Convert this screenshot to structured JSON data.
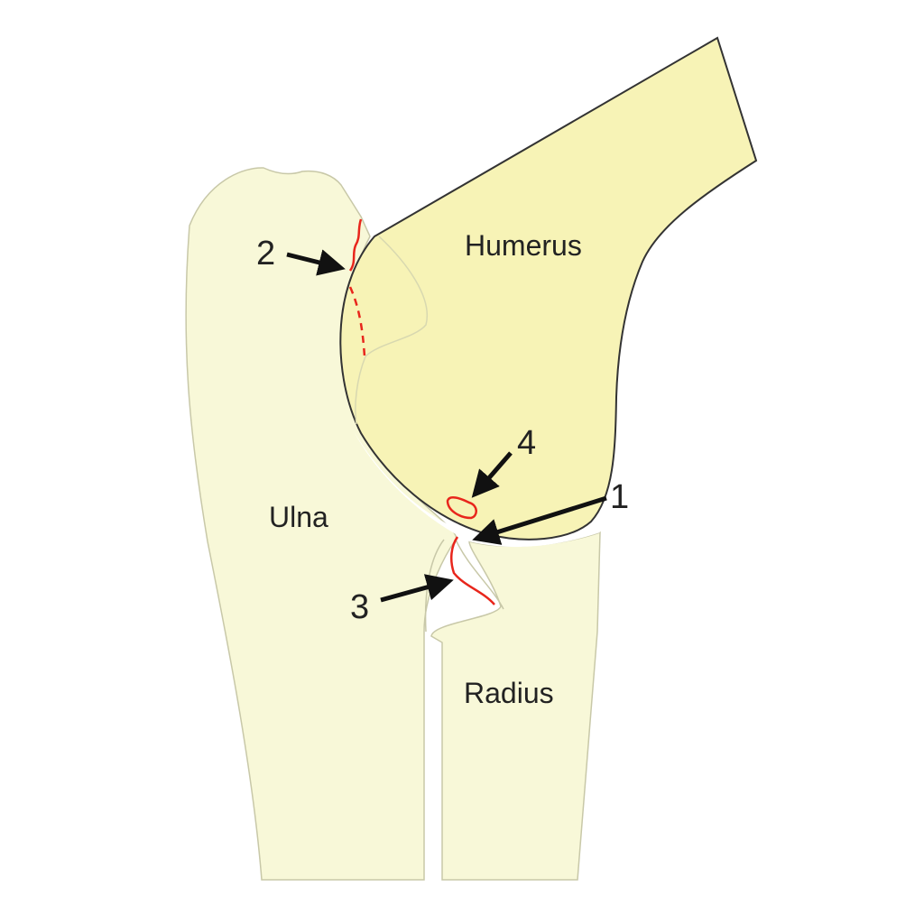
{
  "labels": {
    "humerus": "Humerus",
    "ulna": "Ulna",
    "radius": "Radius"
  },
  "markers": {
    "m1": "1",
    "m2": "2",
    "m3": "3",
    "m4": "4"
  },
  "colors": {
    "humerus": "#f7f3b6",
    "ulna": "#f8f8d8",
    "radius": "#f8f8d8",
    "fracture": "#e8261c",
    "arrow": "#111111"
  }
}
